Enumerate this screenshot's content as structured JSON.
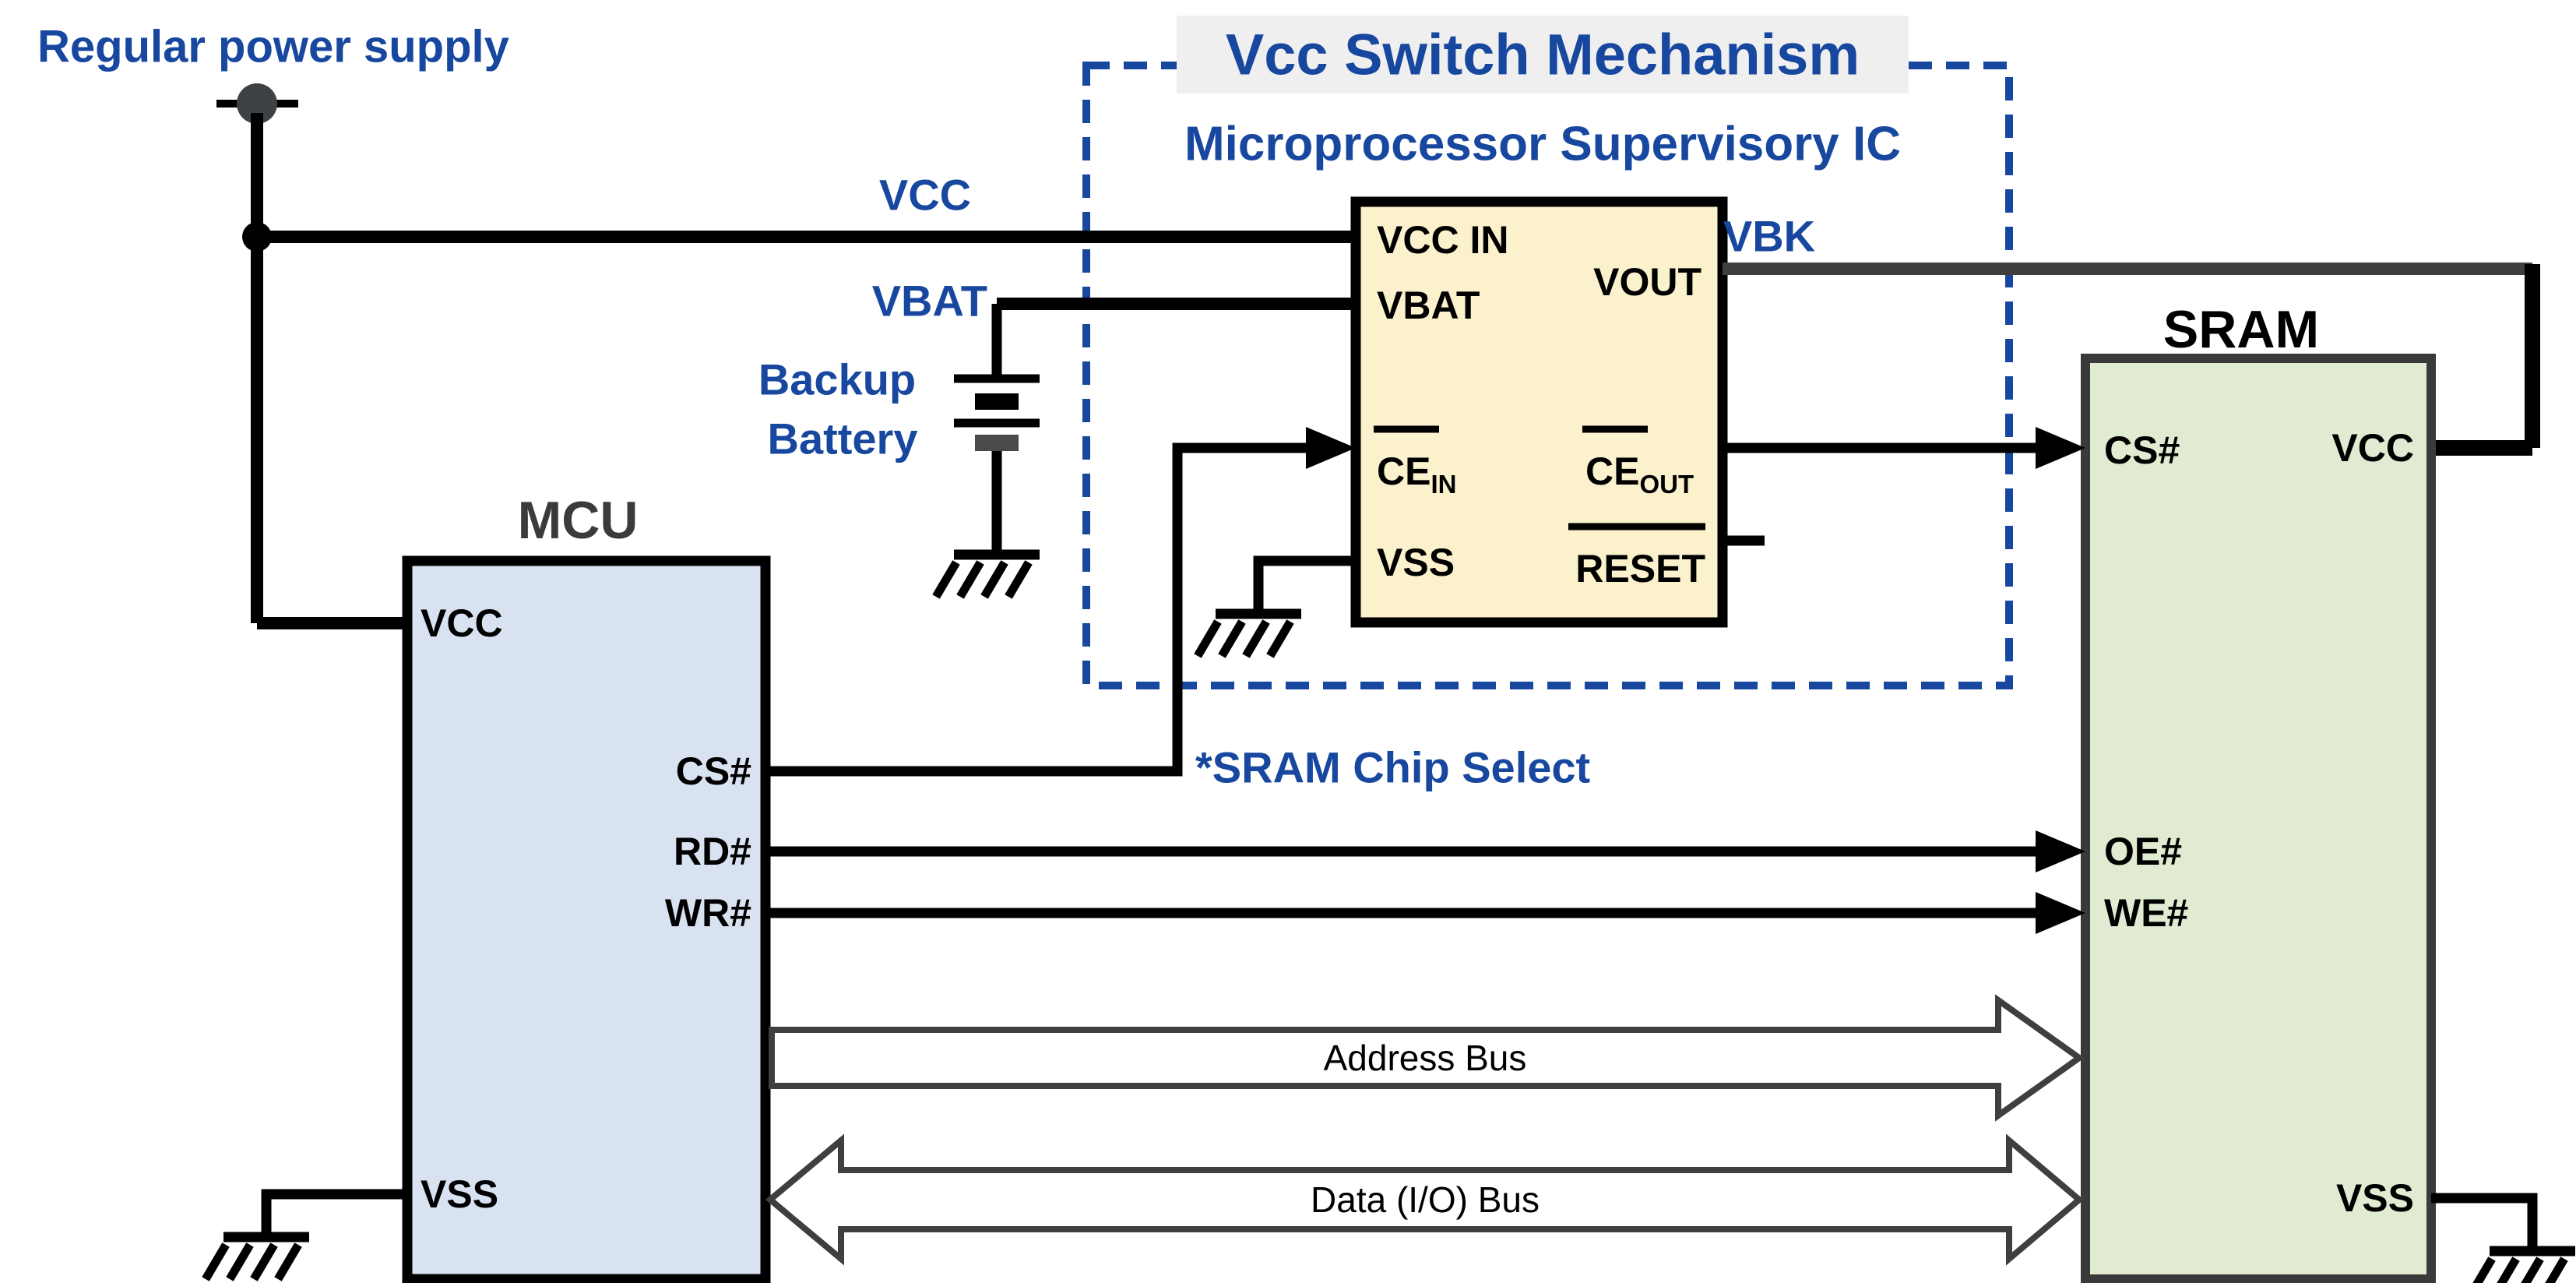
{
  "colors": {
    "blue": "#17479E",
    "ic_fill": "#FBF1CC",
    "mcu_fill": "#D9E2F1",
    "sram_fill": "#E0EBD2",
    "title_bg": "#EFEFEF",
    "gray_wire": "#3F3F3F",
    "sram_border": "#3A3A3A",
    "mcu_title_color": "#3B3B3B",
    "terminal_gray": "#3F4245",
    "battery_plate_gray": "#4A4A4A"
  },
  "annotations": {
    "power_supply": "Regular power supply",
    "vcc": "VCC",
    "vbat": "VBAT",
    "vbk": "VBK",
    "backup_line1": "Backup",
    "backup_line2": "Battery",
    "sram_chip_select": "*SRAM Chip Select",
    "address_bus": "Address Bus",
    "data_bus": "Data (I/O) Bus"
  },
  "vcc_switch": {
    "title": "Vcc Switch Mechanism",
    "subtitle": "Microprocessor Supervisory IC",
    "pins": {
      "vcc_in": "VCC IN",
      "vbat": "VBAT",
      "vout": "VOUT",
      "ce_in_base": "CE",
      "ce_in_sub": "IN",
      "ce_out_base": "CE",
      "ce_out_sub": "OUT",
      "vss": "VSS",
      "reset": "RESET"
    }
  },
  "mcu": {
    "title": "MCU",
    "pins": {
      "vcc": "VCC",
      "cs": "CS#",
      "rd": "RD#",
      "wr": "WR#",
      "vss": "VSS"
    }
  },
  "sram": {
    "title": "SRAM",
    "pins": {
      "cs": "CS#",
      "vcc": "VCC",
      "oe": "OE#",
      "we": "WE#",
      "vss": "VSS"
    }
  }
}
